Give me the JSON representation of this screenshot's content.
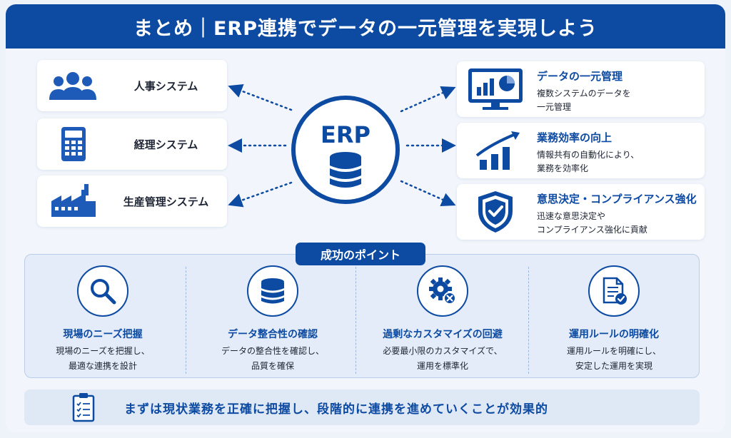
{
  "title": "まとめ｜ERP連携でデータの一元管理を実現しよう",
  "colors": {
    "primary": "#0d4aa2",
    "background": "#f2f6fc",
    "panel": "#e3ecf8"
  },
  "systems": [
    {
      "label": "人事システム",
      "icon": "people-icon"
    },
    {
      "label": "経理システム",
      "icon": "calculator-icon"
    },
    {
      "label": "生産管理システム",
      "icon": "factory-icon"
    }
  ],
  "erp": {
    "label": "ERP",
    "icon": "database-icon"
  },
  "benefits": [
    {
      "title": "データの一元管理",
      "desc1": "複数システムのデータを",
      "desc2": "一元管理",
      "icon": "monitor-chart-icon"
    },
    {
      "title": "業務効率の向上",
      "desc1": "情報共有の自動化により、",
      "desc2": "業務を効率化",
      "icon": "growth-chart-icon"
    },
    {
      "title": "意思決定・コンプライアンス強化",
      "desc1": "迅速な意思決定や",
      "desc2": "コンプライアンス強化に貢献",
      "icon": "shield-check-icon"
    }
  ],
  "points_title": "成功のポイント",
  "points": [
    {
      "title": "現場のニーズ把握",
      "desc1": "現場のニーズを把握し、",
      "desc2": "最適な連携を設計",
      "icon": "search-icon"
    },
    {
      "title": "データ整合性の確認",
      "desc1": "データの整合性を確認し、",
      "desc2": "品質を確保",
      "icon": "database-icon"
    },
    {
      "title": "過剰なカスタマイズの回避",
      "desc1": "必要最小限のカスタマイズで、",
      "desc2": "運用を標準化",
      "icon": "gear-cancel-icon"
    },
    {
      "title": "運用ルールの明確化",
      "desc1": "運用ルールを明確にし、",
      "desc2": "安定した運用を実現",
      "icon": "document-check-icon"
    }
  ],
  "conclusion": "まずは現状業務を正確に把握し、段階的に連携を進めていくことが効果的"
}
